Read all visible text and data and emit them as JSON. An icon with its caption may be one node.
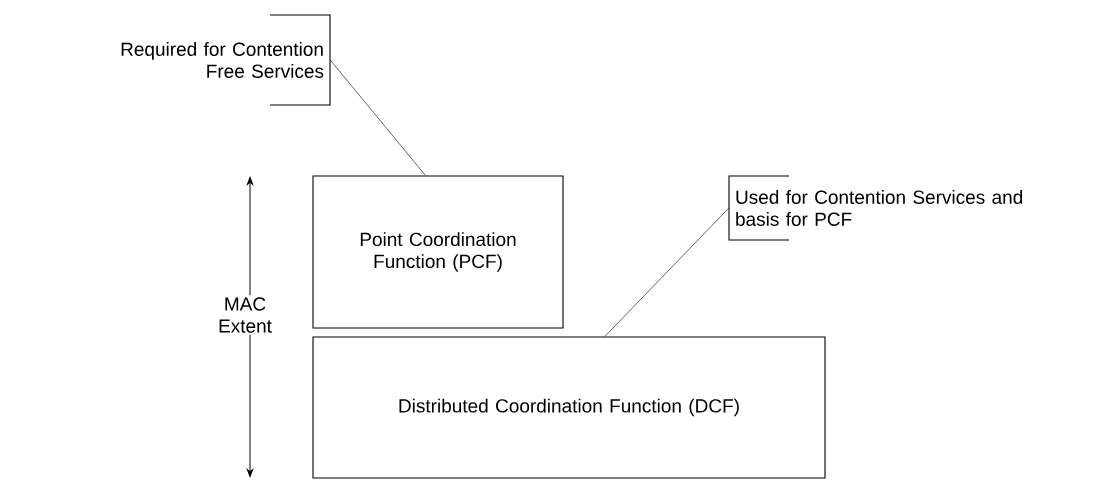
{
  "diagram": {
    "nodes": [
      {
        "text": [
          "Required for Contention Free Services"
        ]
      },
      {
        "text": [
          "Point Coordination Function (PCF)"
        ]
      },
      {
        "text": [
          "Used for Contention Services and basis for PCF"
        ]
      },
      {
        "text": [
          "Distributed Coordination Function (DCF)"
        ]
      }
    ],
    "edges": [
      {
        "from": 0,
        "to": 1,
        "arrow": "none"
      },
      {
        "from": 2,
        "to": 3,
        "arrow": "none"
      }
    ],
    "labels": [
      "MAC Extent"
    ]
  }
}
